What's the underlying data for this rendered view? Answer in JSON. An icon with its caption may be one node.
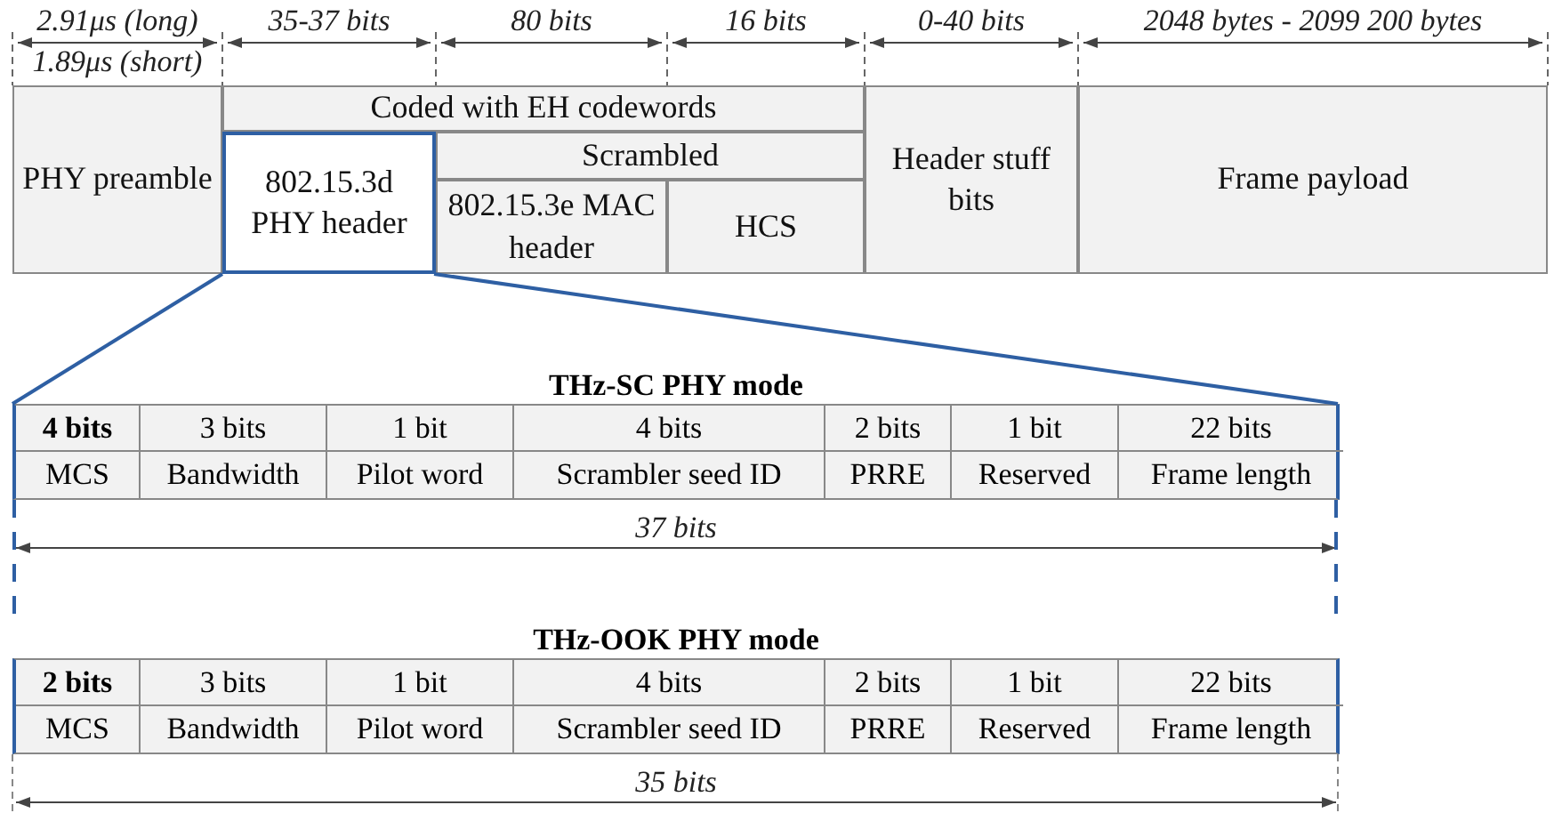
{
  "diagram": {
    "nodes": [
      {
        "text": [
          "PHY preamble"
        ]
      },
      {
        "text": [
          "Coded with EH codewords"
        ]
      },
      {
        "text": [
          "802.15.3d PHY header"
        ]
      },
      {
        "text": [
          "Scrambled"
        ]
      },
      {
        "text": [
          "802.15.3e MAC header"
        ]
      },
      {
        "text": [
          "HCS"
        ]
      },
      {
        "text": [
          "Header stuff bits"
        ]
      },
      {
        "text": [
          "Frame payload"
        ]
      },
      {
        "text": [
          "THz-SC PHY mode"
        ]
      },
      {
        "text": [
          "THz-OOK PHY mode"
        ]
      }
    ],
    "edges": [
      {
        "from": 2,
        "to": 8,
        "arrow": "none",
        "color": "#2e5fa3"
      },
      {
        "from": 2,
        "to": 8,
        "arrow": "none",
        "color": "#2e5fa3"
      },
      {
        "from": 8,
        "to": 9,
        "arrow": "none",
        "style": "dashed",
        "color": "#2e5fa3"
      },
      {
        "from": 8,
        "to": 9,
        "arrow": "none",
        "style": "dashed",
        "color": "#2e5fa3"
      }
    ],
    "labels": [
      "2.91μs (long)",
      "35-37 bits",
      "80 bits",
      "16 bits",
      "0-40 bits",
      "2048 bytes - 2099 200 bytes",
      "1.89μs (short)",
      "4 bits",
      "3 bits",
      "1 bit",
      "4 bits",
      "2 bits",
      "1 bit",
      "22 bits",
      "MCS",
      "Bandwidth",
      "Pilot word",
      "Scrambler seed ID",
      "PRRE",
      "Reserved",
      "Frame length",
      "37 bits",
      "2 bits",
      "3 bits",
      "1 bit",
      "4 bits",
      "2 bits",
      "1 bit",
      "22 bits",
      "MCS",
      "Bandwidth",
      "Pilot word",
      "Scrambler seed ID",
      "PRRE",
      "Reserved",
      "Frame length",
      "35 bits"
    ]
  }
}
